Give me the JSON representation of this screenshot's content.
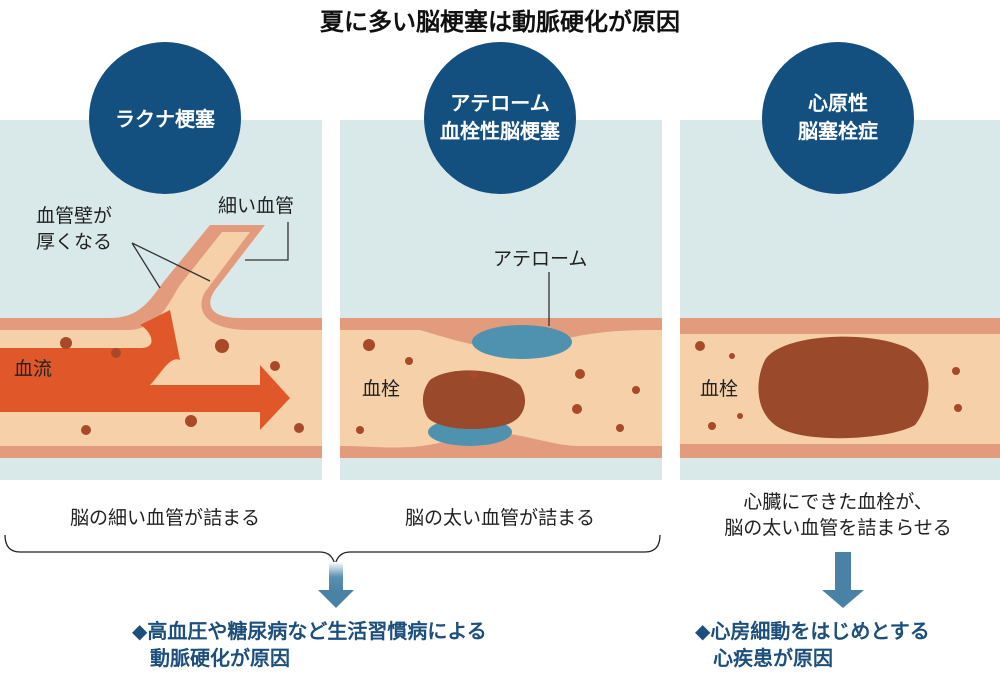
{
  "title": "夏に多い脳梗塞は動脈硬化が原因",
  "panels": [
    {
      "heading": [
        "ラクナ梗塞"
      ],
      "labels": {
        "wall": [
          "血管壁が",
          "厚くなる"
        ],
        "small_vessel": "細い血管",
        "flow": "血流"
      },
      "caption": [
        "脳の細い血管が詰まる"
      ]
    },
    {
      "heading": [
        "アテローム",
        "血栓性脳梗塞"
      ],
      "labels": {
        "atheroma": "アテローム",
        "thrombus": "血栓"
      },
      "caption": [
        "脳の太い血管が詰まる"
      ]
    },
    {
      "heading": [
        "心原性",
        "脳塞栓症"
      ],
      "labels": {
        "thrombus": "血栓"
      },
      "caption": [
        "心臓にできた血栓が、",
        "脳の太い血管を詰まらせる"
      ]
    }
  ],
  "results": [
    {
      "bullet": "◆",
      "lines": [
        "高血圧や糖尿病など生活習慣病による",
        "動脈硬化が原因"
      ]
    },
    {
      "bullet": "◆",
      "lines": [
        "心房細動をはじめとする",
        "心疾患が原因"
      ]
    }
  ],
  "colors": {
    "circle": "#14507f",
    "bg": "#d9e9ea",
    "wall": "#e39b7e",
    "blood": "#f5d0a8",
    "arrow": "#e0582a",
    "clot": "#9a4a2a",
    "atheroma": "#4f92b0",
    "result": "#1c4f7c"
  }
}
